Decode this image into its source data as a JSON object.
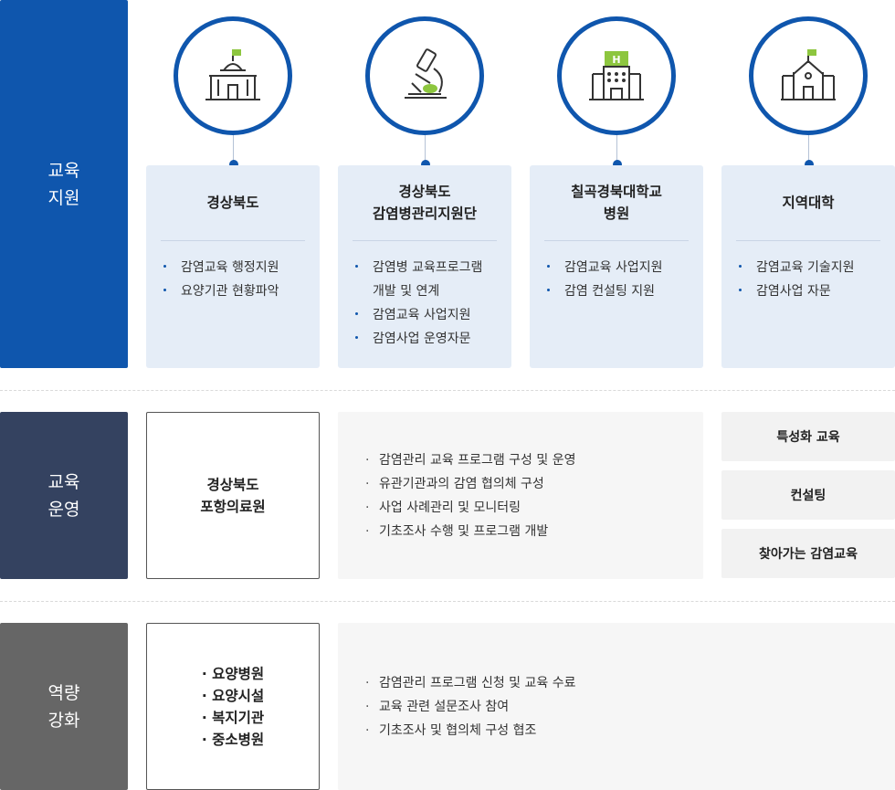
{
  "sections": [
    {
      "label_lines": [
        "교육",
        "지원"
      ],
      "color": "#0f56ad"
    },
    {
      "label_lines": [
        "교육",
        "운영"
      ],
      "color": "#344260"
    },
    {
      "label_lines": [
        "역량",
        "강화"
      ],
      "color": "#666666"
    }
  ],
  "support_cards": [
    {
      "icon": "government-building-icon",
      "title_lines": [
        "경상북도"
      ],
      "items": [
        "감염교육 행정지원",
        "요양기관 현황파악"
      ]
    },
    {
      "icon": "microscope-icon",
      "title_lines": [
        "경상북도",
        "감염병관리지원단"
      ],
      "items": [
        "감염병 교육프로그램",
        "개발 및 연계",
        "감염교육 사업지원",
        "감염사업 운영자문"
      ]
    },
    {
      "icon": "hospital-icon",
      "title_lines": [
        "칠곡경북대학교",
        "병원"
      ],
      "items": [
        "감염교육 사업지원",
        "감염 컨설팅 지원"
      ]
    },
    {
      "icon": "school-icon",
      "title_lines": [
        "지역대학"
      ],
      "items": [
        "감염교육 기술지원",
        "감염사업 자문"
      ]
    }
  ],
  "operation": {
    "org_lines": [
      "경상북도",
      "포항의료원"
    ],
    "items": [
      "감염관리 교육 프로그램 구성 및 운영",
      "유관기관과의 감염 협의체 구성",
      "사업 사례관리 및 모니터링",
      "기초조사 수행 및 프로그램 개발"
    ],
    "services": [
      "특성화 교육",
      "컨설팅",
      "찾아가는 감염교육"
    ]
  },
  "capacity": {
    "targets": [
      "· 요양병원",
      "· 요양시설",
      "· 복지기관",
      "· 중소병원"
    ],
    "items": [
      "감염관리 프로그램 신청 및 교육 수료",
      "교육 관련 설문조사 참여",
      "기초조사 및 협의체 구성 협조"
    ]
  },
  "colors": {
    "primary": "#0f56ad",
    "accent_green": "#8dc63f",
    "card_bg": "#e5edf7"
  }
}
